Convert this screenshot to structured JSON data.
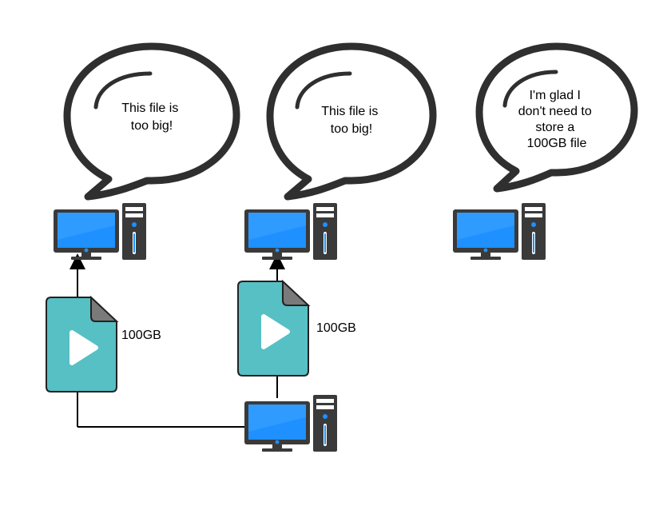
{
  "colors": {
    "bubble_stroke": "#2f2f2f",
    "monitor_frame": "#333333",
    "screen": "#1e90ff",
    "file_body": "#56c0c4",
    "file_fold": "#7a7a7a",
    "line": "#000000"
  },
  "bubbles": [
    {
      "lines": [
        "This file is",
        "too big!"
      ]
    },
    {
      "lines": [
        "This file is",
        "too big!"
      ]
    },
    {
      "lines": [
        "I'm glad I",
        "don't need to",
        "store a",
        "100GB file"
      ]
    }
  ],
  "files": [
    {
      "icon": "video-file-icon",
      "size_label": "100GB"
    },
    {
      "icon": "video-file-icon",
      "size_label": "100GB"
    }
  ],
  "computers": [
    {
      "icon": "desktop-computer-icon",
      "role": "receiver"
    },
    {
      "icon": "desktop-computer-icon",
      "role": "receiver"
    },
    {
      "icon": "desktop-computer-icon",
      "role": "receiver"
    },
    {
      "icon": "desktop-computer-icon",
      "role": "source"
    }
  ]
}
